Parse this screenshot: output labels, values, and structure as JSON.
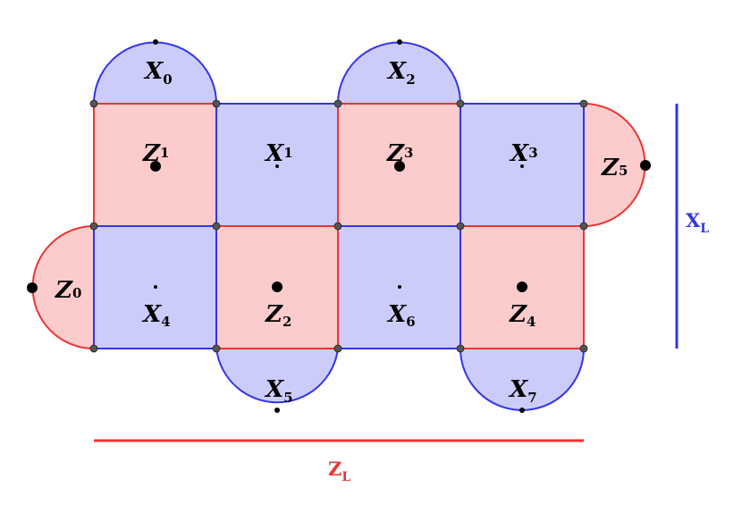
{
  "colors": {
    "x_fill": "#ccccfa",
    "x_edge": "#3333ee",
    "z_fill": "#fccccc",
    "z_edge": "#ee3333",
    "vertex": "#555555"
  },
  "stabilizers": [
    {
      "id": "X0",
      "type": "x",
      "letter": "X",
      "index": "0",
      "shape": "half-top"
    },
    {
      "id": "X2",
      "type": "x",
      "letter": "X",
      "index": "2",
      "shape": "half-top"
    },
    {
      "id": "Z1",
      "type": "z",
      "letter": "Z",
      "index": "1",
      "shape": "square"
    },
    {
      "id": "X1",
      "type": "x",
      "letter": "X",
      "index": "1",
      "shape": "square"
    },
    {
      "id": "Z3",
      "type": "z",
      "letter": "Z",
      "index": "3",
      "shape": "square"
    },
    {
      "id": "X3",
      "type": "x",
      "letter": "X",
      "index": "3",
      "shape": "square"
    },
    {
      "id": "Z5",
      "type": "z",
      "letter": "Z",
      "index": "5",
      "shape": "half-right"
    },
    {
      "id": "Z0",
      "type": "z",
      "letter": "Z",
      "index": "0",
      "shape": "half-left"
    },
    {
      "id": "X4",
      "type": "x",
      "letter": "X",
      "index": "4",
      "shape": "square"
    },
    {
      "id": "Z2",
      "type": "z",
      "letter": "Z",
      "index": "2",
      "shape": "square"
    },
    {
      "id": "X6",
      "type": "x",
      "letter": "X",
      "index": "6",
      "shape": "square"
    },
    {
      "id": "Z4",
      "type": "z",
      "letter": "Z",
      "index": "4",
      "shape": "square"
    },
    {
      "id": "X5",
      "type": "x",
      "letter": "X",
      "index": "5",
      "shape": "half-bottom"
    },
    {
      "id": "X7",
      "type": "x",
      "letter": "X",
      "index": "7",
      "shape": "half-bottom"
    }
  ],
  "logicals": {
    "xl": {
      "letter": "X",
      "sub": "L",
      "color": "#3333ee"
    },
    "zl": {
      "letter": "Z",
      "sub": "L",
      "color": "#ee3333"
    }
  }
}
